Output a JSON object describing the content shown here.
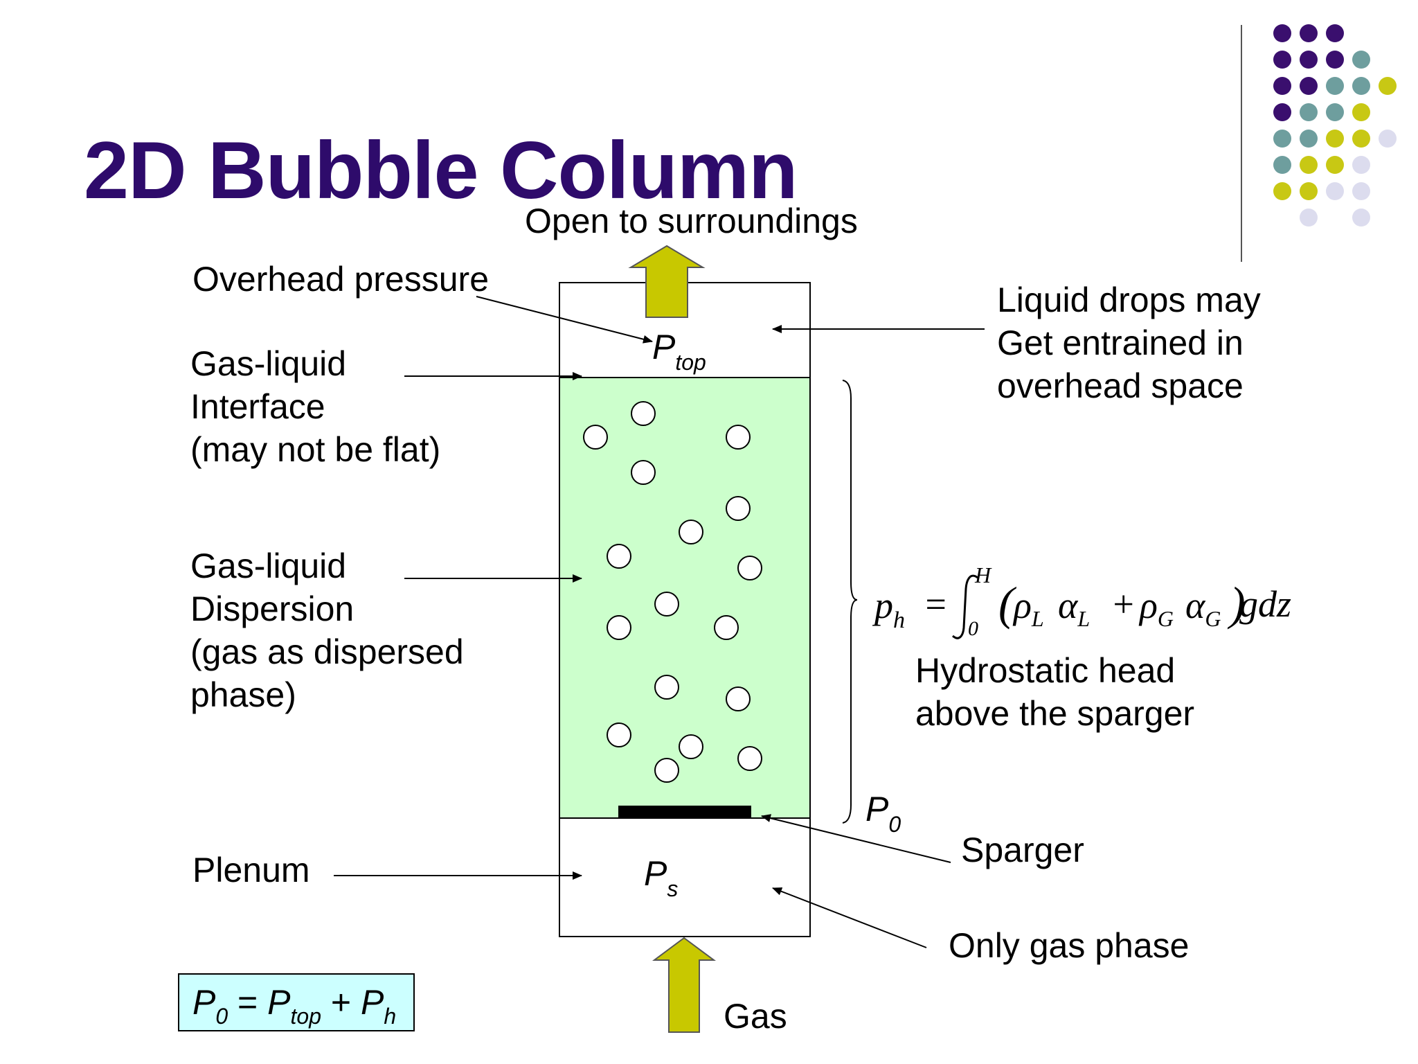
{
  "title": "2D Bubble Column",
  "labels": {
    "open_to_surroundings": "Open to surroundings",
    "overhead_pressure": "Overhead pressure",
    "interface": "Gas-liquid\nInterface\n(may not be flat)",
    "dispersion": "Gas-liquid\nDispersion\n(gas as dispersed\nphase)",
    "plenum": "Plenum",
    "liquid_drops": "Liquid drops may\nGet entrained in\noverhead space",
    "hydrostatic": "Hydrostatic head\nabove the sparger",
    "sparger": "Sparger",
    "only_gas": "Only gas phase",
    "gas": "Gas"
  },
  "symbols": {
    "p_top_main": "P",
    "p_top_sub": "top",
    "p0_main": "P",
    "p0_sub": "0",
    "ps_main": "P",
    "ps_sub": "s"
  },
  "equation_box": {
    "p0": "P",
    "p0_sub": "0",
    "eq": " = ",
    "ptop": "P",
    "ptop_sub": "top",
    "plus": " + ",
    "ph": "P",
    "ph_sub": "h"
  },
  "integral": {
    "lhs": "p",
    "lhs_sub": "h",
    "equals": "=",
    "upper": "H",
    "lower": "0",
    "rho": "ρ",
    "alpha": "α",
    "sub_L": "L",
    "sub_G": "G",
    "plus": "+",
    "tail": "gdz"
  },
  "colors": {
    "title": "#2e0b6b",
    "liquid": "#ccffcc",
    "arrow_fill": "#c8c800",
    "box_fill": "#ccffff",
    "dot_purple": "#3a0f6e",
    "dot_teal": "#6e9e9e",
    "dot_yellow": "#c8c814",
    "dot_lavender": "#dcdcee"
  }
}
